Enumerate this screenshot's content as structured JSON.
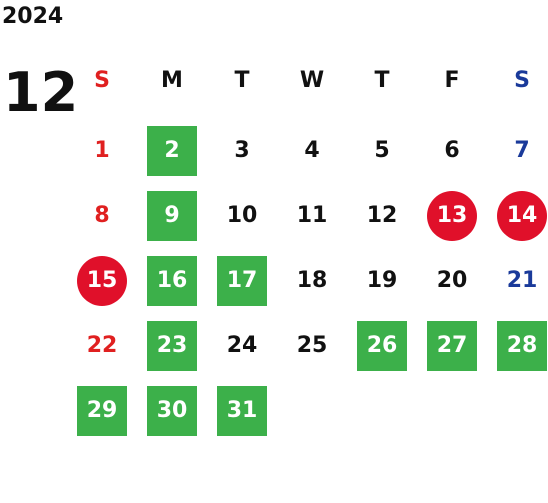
{
  "year": "2024",
  "month": "12",
  "weekdays": [
    "S",
    "M",
    "T",
    "W",
    "T",
    "F",
    "S"
  ],
  "colors": {
    "sunday": "#e02020",
    "saturday": "#1a3a9a",
    "weekday": "#111111",
    "highlight_green": "#3cb04a",
    "highlight_red": "#e0102a"
  },
  "weeks": [
    [
      {
        "d": "1",
        "style": "sunday"
      },
      {
        "d": "2",
        "style": "green"
      },
      {
        "d": "3",
        "style": "plain"
      },
      {
        "d": "4",
        "style": "plain"
      },
      {
        "d": "5",
        "style": "plain"
      },
      {
        "d": "6",
        "style": "plain"
      },
      {
        "d": "7",
        "style": "saturday"
      }
    ],
    [
      {
        "d": "8",
        "style": "sunday"
      },
      {
        "d": "9",
        "style": "green"
      },
      {
        "d": "10",
        "style": "plain"
      },
      {
        "d": "11",
        "style": "plain"
      },
      {
        "d": "12",
        "style": "plain"
      },
      {
        "d": "13",
        "style": "red"
      },
      {
        "d": "14",
        "style": "red"
      }
    ],
    [
      {
        "d": "15",
        "style": "red"
      },
      {
        "d": "16",
        "style": "green"
      },
      {
        "d": "17",
        "style": "green"
      },
      {
        "d": "18",
        "style": "plain"
      },
      {
        "d": "19",
        "style": "plain"
      },
      {
        "d": "20",
        "style": "plain"
      },
      {
        "d": "21",
        "style": "saturday"
      }
    ],
    [
      {
        "d": "22",
        "style": "sunday"
      },
      {
        "d": "23",
        "style": "green"
      },
      {
        "d": "24",
        "style": "plain"
      },
      {
        "d": "25",
        "style": "plain"
      },
      {
        "d": "26",
        "style": "green"
      },
      {
        "d": "27",
        "style": "green"
      },
      {
        "d": "28",
        "style": "green"
      }
    ],
    [
      {
        "d": "29",
        "style": "green"
      },
      {
        "d": "30",
        "style": "green"
      },
      {
        "d": "31",
        "style": "green"
      }
    ]
  ]
}
